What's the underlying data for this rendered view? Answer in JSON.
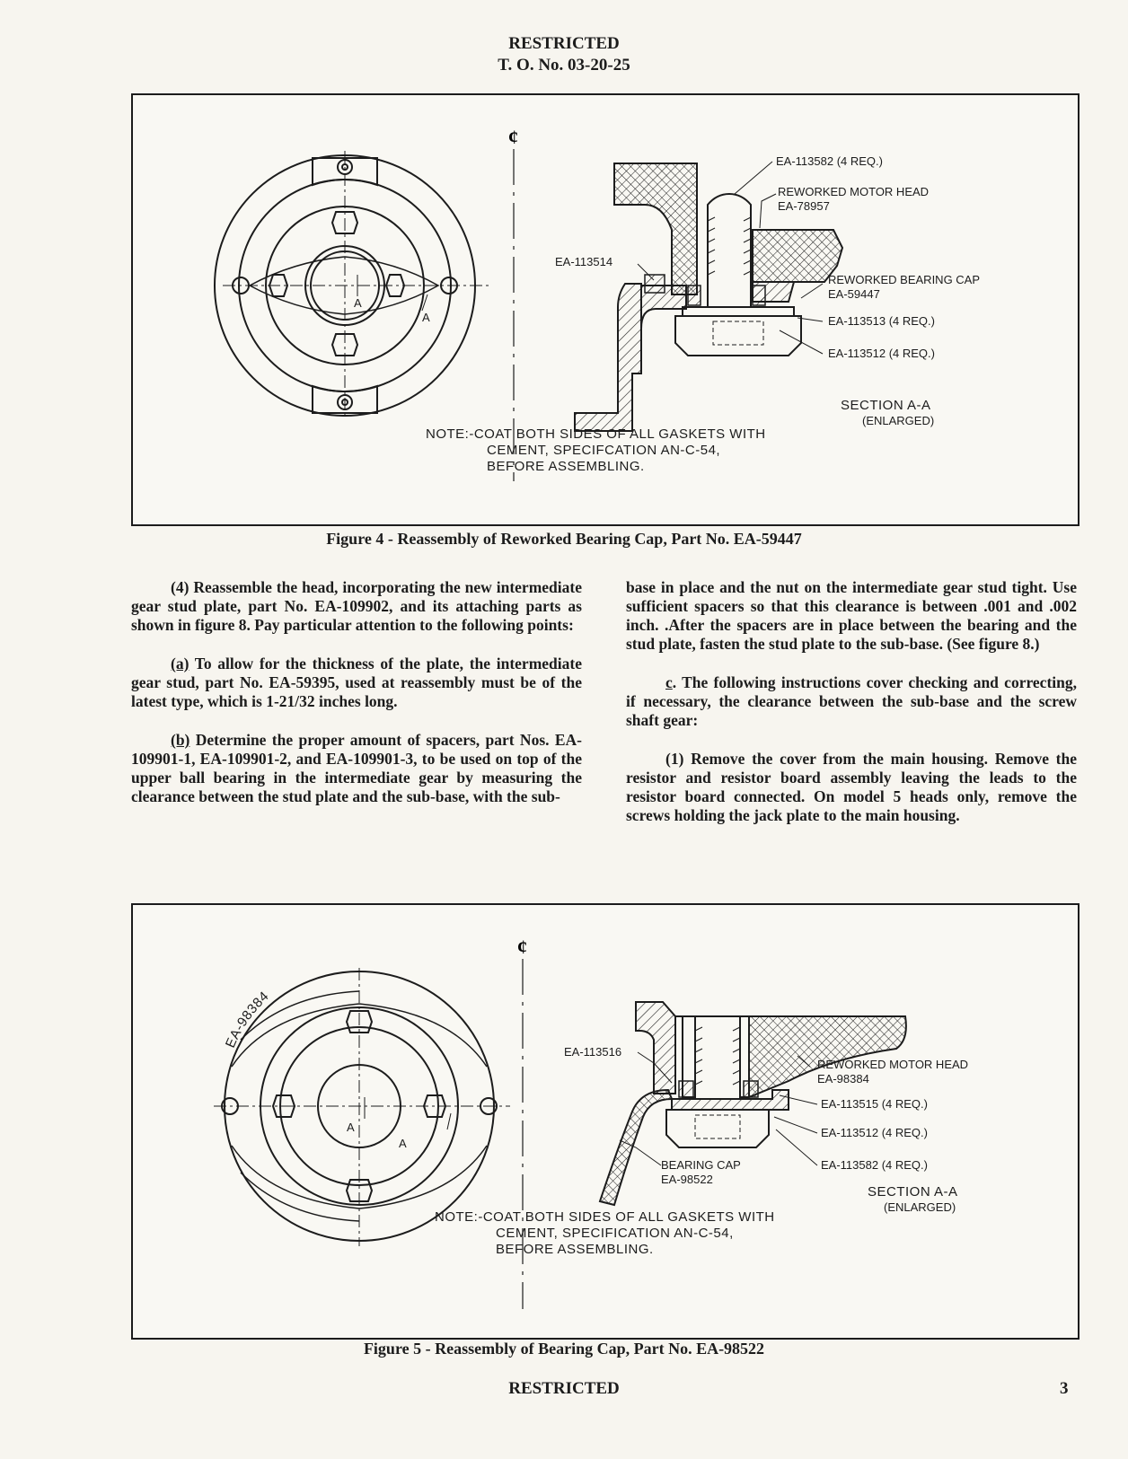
{
  "header": {
    "line1": "RESTRICTED",
    "line2": "T. O. No. 03-20-25"
  },
  "figure4": {
    "caption": "Figure 4 - Reassembly of Reworked Bearing Cap, Part No. EA-59447",
    "centerline": "¢",
    "section_mark": "A",
    "labels": {
      "l1": "EA-113582 (4 REQ.)",
      "l2a": "REWORKED MOTOR HEAD",
      "l2b": "EA-78957",
      "l3": "EA-113514",
      "l4a": "REWORKED BEARING CAP",
      "l4b": "EA-59447",
      "l5": "EA-113513 (4 REQ.)",
      "l6": "EA-113512 (4 REQ.)",
      "section": "SECTION A-A",
      "enlarged": "(ENLARGED)"
    },
    "note": [
      "NOTE:-COAT BOTH SIDES OF ALL GASKETS WITH",
      "CEMENT, SPECIFCATION AN-C-54,",
      "BEFORE ASSEMBLING."
    ]
  },
  "body": {
    "left": {
      "p1": "(4) Reassemble the head, incorporating the new intermediate gear stud plate, part No. EA-109902, and its attaching parts as shown in figure 8. Pay particular attention to the following points:",
      "p2_marker": "(a)",
      "p2": " To allow for the thickness of the plate, the intermediate gear stud, part No. EA-59395, used at reassembly must be of the latest type, which is 1-21/32 inches long.",
      "p3_marker": "(b)",
      "p3": " Determine the proper amount of spacers, part Nos. EA-109901-1, EA-109901-2, and EA-109901-3, to be used on top of the upper ball bearing in the intermediate gear by measuring the clearance between the stud plate and the sub-base, with the sub-"
    },
    "right": {
      "p1": "base in place and the nut on the intermediate gear stud tight. Use sufficient spacers so that this clearance is between .001 and .002 inch. .After the spacers are in place between the bearing and the stud plate, fasten the stud plate to the sub-base. (See figure 8.)",
      "p2_marker": "c",
      "p2": ". The following instructions cover checking and correcting, if necessary, the clearance between the sub-base and the screw shaft gear:",
      "p3": "(1) Remove the cover from the main housing. Remove the resistor and resistor board assembly leaving the leads to the resistor board connected. On model 5 heads only, remove the screws holding the jack plate to the main housing."
    }
  },
  "figure5": {
    "caption": "Figure 5 - Reassembly of Bearing Cap, Part No. EA-98522",
    "centerline": "¢",
    "part_arc": "EA-98384",
    "section_mark": "A",
    "labels": {
      "l1": "EA-113516",
      "l2a": "REWORKED MOTOR HEAD",
      "l2b": "EA-98384",
      "l3": "EA-113515 (4 REQ.)",
      "l4": "EA-113512 (4 REQ.)",
      "l5a": "BEARING CAP",
      "l5b": "EA-98522",
      "l6": "EA-113582 (4 REQ.)",
      "section": "SECTION A-A",
      "enlarged": "(ENLARGED)"
    },
    "note": [
      "NOTE:-COAT BOTH SIDES OF ALL GASKETS WITH",
      "CEMENT, SPECIFICATION AN-C-54,",
      "BEFORE ASSEMBLING."
    ]
  },
  "footer": {
    "label": "RESTRICTED",
    "page": "3"
  }
}
